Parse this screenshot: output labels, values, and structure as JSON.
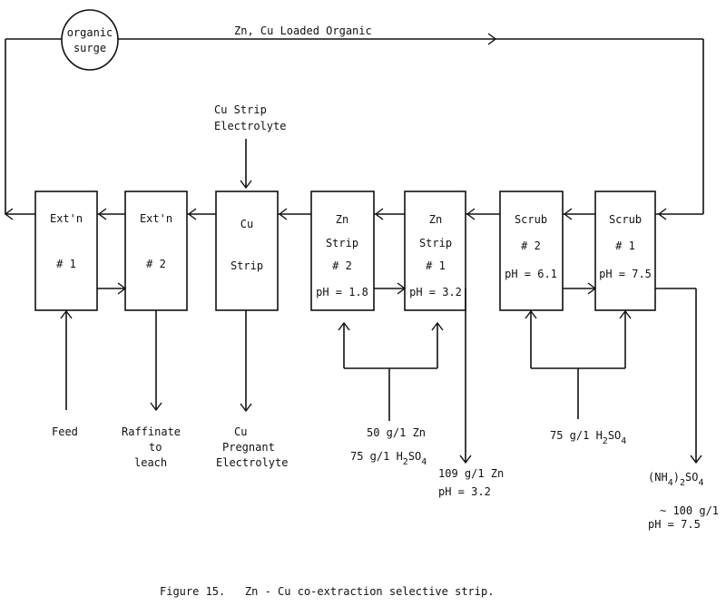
{
  "surge": {
    "line1": "organic",
    "line2": "surge"
  },
  "loop_label": "Zn, Cu Loaded Organic",
  "cu_strip_electrolyte": {
    "line1": "Cu Strip",
    "line2": "Electrolyte"
  },
  "units": {
    "ext1": {
      "line1": "Ext'n",
      "line2": "# 1",
      "ph": ""
    },
    "ext2": {
      "line1": "Ext'n",
      "line2": "# 2",
      "ph": ""
    },
    "custrip": {
      "line1": "Cu",
      "line2": "",
      "line3": "Strip",
      "ph": ""
    },
    "znstrip2": {
      "line1": "Zn",
      "line2": "Strip",
      "line3": "# 2",
      "ph": "pH = 1.8"
    },
    "znstrip1": {
      "line1": "Zn",
      "line2": "Strip",
      "line3": "# 1",
      "ph": "pH = 3.2"
    },
    "scrub2": {
      "line1": "Scrub",
      "line2": "# 2",
      "ph": "pH = 6.1"
    },
    "scrub1": {
      "line1": "Scrub",
      "line2": "# 1",
      "ph": "pH = 7.5"
    }
  },
  "feed": "Feed",
  "raffinate": {
    "line1": "Raffinate",
    "line2": "to",
    "line3": "leach"
  },
  "cu_pregnant": {
    "line1": "Cu",
    "line2": "Pregnant",
    "line3": "Electrolyte"
  },
  "zn_strip_feed": {
    "line1": "50 g/1 Zn",
    "line2_main": "75 g/1 H",
    "sub1": "2",
    "mid": "SO",
    "sub2": "4"
  },
  "zn_product": {
    "line1": "109 g/1 Zn",
    "line2": "pH = 3.2"
  },
  "scrub_feed": {
    "main": "75 g/1 H",
    "sub1": "2",
    "mid": "SO",
    "sub2": "4"
  },
  "ammonium": {
    "p1": "(NH",
    "s1": "4",
    "p2": ")",
    "s2": "2",
    "p3": "SO",
    "s3": "4",
    "conc": "~ 100 g/1",
    "ph": "pH = 7.5"
  },
  "caption": "Figure 15.   Zn - Cu co-extraction selective strip."
}
